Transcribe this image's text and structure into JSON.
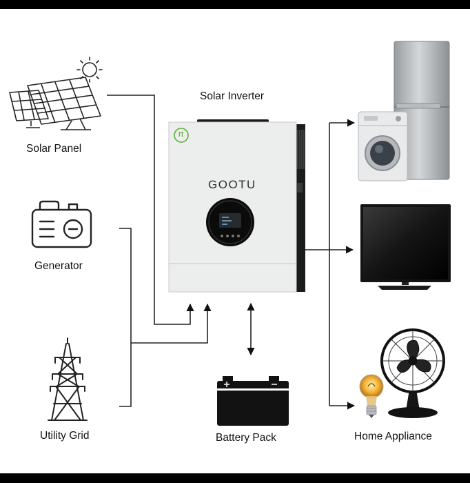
{
  "labels": {
    "solar_inverter": "Solar Inverter",
    "solar_panel": "Solar Panel",
    "generator": "Generator",
    "utility_grid": "Utility Grid",
    "battery_pack": "Battery Pack",
    "home_appliance": "Home Appliance"
  },
  "inverter": {
    "brand": "GOOTU",
    "logo_glyph": "π",
    "body_color": "#eceeed",
    "side_color": "#1c1c1c",
    "accent_color": "#5fae3c"
  },
  "icons": {
    "sun": "sun-icon",
    "solar_panel": "solar-panel-icon",
    "generator": "generator-icon",
    "utility_grid": "power-tower-icon",
    "battery": "battery-icon",
    "fridge": "refrigerator-icon",
    "washer": "washing-machine-icon",
    "tv": "television-icon",
    "fan": "fan-icon",
    "bulb": "light-bulb-icon"
  },
  "colors": {
    "line": "#222222",
    "background": "#ffffff",
    "frame": "#000000"
  }
}
